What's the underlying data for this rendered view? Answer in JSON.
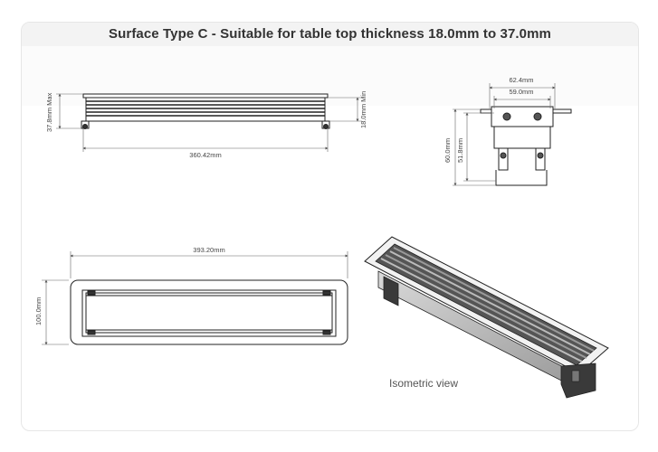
{
  "title": "Surface Type C - Suitable for table top thickness 18.0mm to 37.0mm",
  "dimensions": {
    "max_thickness": "37.8mm Max",
    "min_thickness": "18.0mm Min",
    "side_length": "360.42mm",
    "end_outer_width": "62.4mm",
    "end_inner_width": "59.0mm",
    "end_height": "60.0mm",
    "end_inner_height": "51.8mm",
    "top_length": "393.20mm",
    "top_width": "100.0mm"
  },
  "isometric_label": "Isometric view"
}
